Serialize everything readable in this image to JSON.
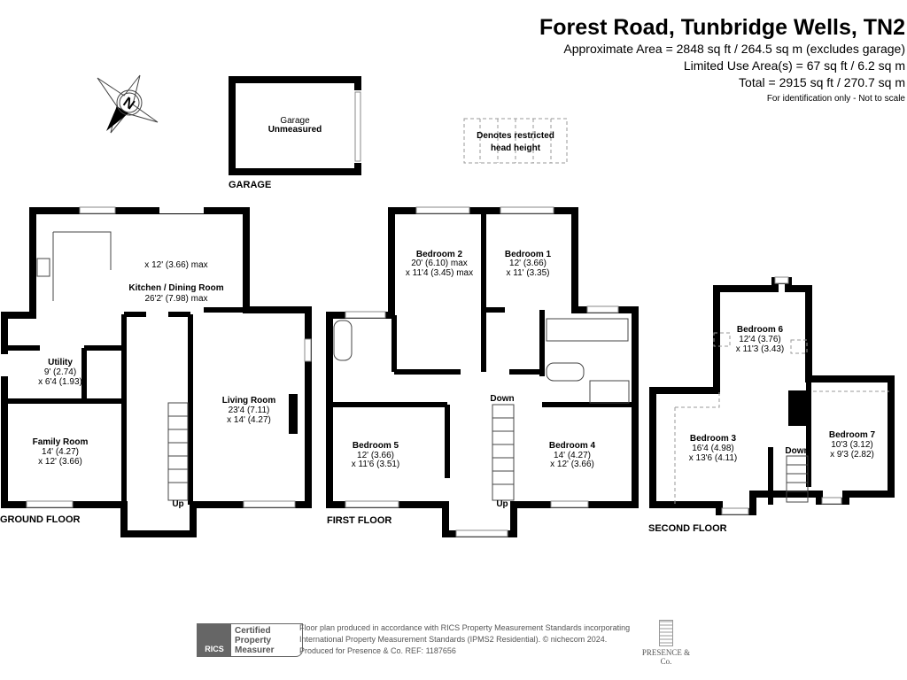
{
  "header": {
    "title": "Forest Road, Tunbridge Wells, TN2",
    "area_approx": "Approximate Area = 2848 sq ft / 264.5 sq m (excludes garage)",
    "area_limited": "Limited Use Area(s) = 67 sq ft / 6.2 sq m",
    "area_total": "Total = 2915 sq ft / 270.7 sq m",
    "note": "For identification only - Not to scale"
  },
  "compass": {
    "label": "N"
  },
  "legend": {
    "line1": "Denotes restricted",
    "line2": "head height"
  },
  "garage": {
    "name": "Garage",
    "dims": "Unmeasured",
    "floor_label": "GARAGE"
  },
  "ground_floor": {
    "label": "GROUND FLOOR",
    "rooms": [
      {
        "name": "Kitchen / Dining Room",
        "dim1": "26'2' (7.98) max",
        "dim2": "x 12' (3.66) max"
      },
      {
        "name": "Utility",
        "dim1": "9' (2.74)",
        "dim2": "x 6'4 (1.93)"
      },
      {
        "name": "Family Room",
        "dim1": "14' (4.27)",
        "dim2": "x 12' (3.66)"
      },
      {
        "name": "Living Room",
        "dim1": "23'4 (7.11)",
        "dim2": "x 14' (4.27)"
      }
    ],
    "stairs": "Up"
  },
  "first_floor": {
    "label": "FIRST FLOOR",
    "rooms": [
      {
        "name": "Bedroom 2",
        "dim1": "20' (6.10) max",
        "dim2": "x 11'4 (3.45) max"
      },
      {
        "name": "Bedroom 1",
        "dim1": "12' (3.66)",
        "dim2": "x 11' (3.35)"
      },
      {
        "name": "Bedroom 5",
        "dim1": "12' (3.66)",
        "dim2": "x 11'6 (3.51)"
      },
      {
        "name": "Bedroom 4",
        "dim1": "14' (4.27)",
        "dim2": "x 12' (3.66)"
      }
    ],
    "stairs_down": "Down",
    "stairs_up": "Up"
  },
  "second_floor": {
    "label": "SECOND FLOOR",
    "rooms": [
      {
        "name": "Bedroom 6",
        "dim1": "12'4 (3.76)",
        "dim2": "x 11'3 (3.43)"
      },
      {
        "name": "Bedroom 3",
        "dim1": "16'4 (4.98)",
        "dim2": "x 13'6 (4.11)"
      },
      {
        "name": "Bedroom 7",
        "dim1": "10'3 (3.12)",
        "dim2": "x 9'3 (2.82)"
      }
    ],
    "stairs_down": "Down"
  },
  "footer": {
    "rics_logo": "RICS",
    "rics_badge": [
      "Certified",
      "Property",
      "Measurer"
    ],
    "line1": "Floor plan produced in accordance with RICS Property Measurement Standards incorporating",
    "line2": "International Property Measurement Standards (IPMS2 Residential).   © nichecom 2024.",
    "line3": "Produced for Presence & Co.   REF:  1187656",
    "brand": "PRESENCE & Co."
  }
}
